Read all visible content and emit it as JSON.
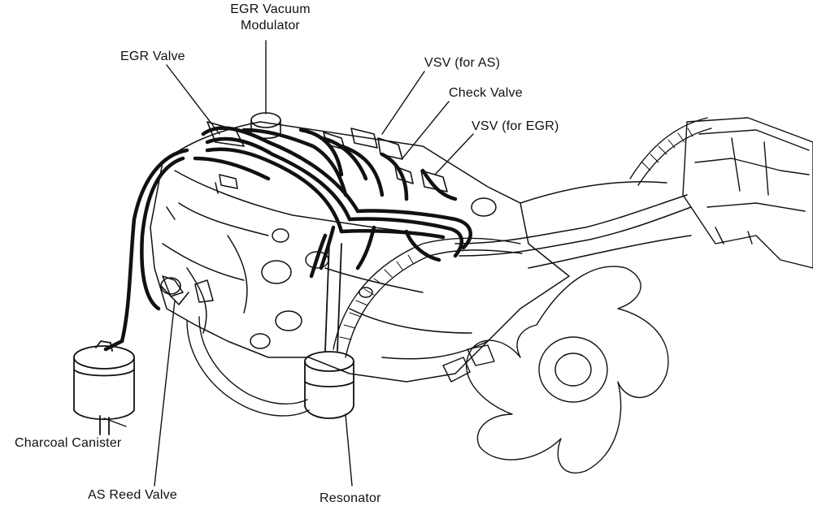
{
  "labels": {
    "egr_vacuum_modulator_l1": "EGR Vacuum",
    "egr_vacuum_modulator_l2": "Modulator",
    "egr_valve": "EGR Valve",
    "vsv_as": "VSV (for AS)",
    "check_valve": "Check Valve",
    "vsv_egr": "VSV (for EGR)",
    "charcoal_canister": "Charcoal Canister",
    "as_reed_valve": "AS Reed Valve",
    "resonator": "Resonator"
  },
  "colors": {
    "ink": "#111111",
    "paper": "#ffffff",
    "shade": "#dddddd"
  }
}
